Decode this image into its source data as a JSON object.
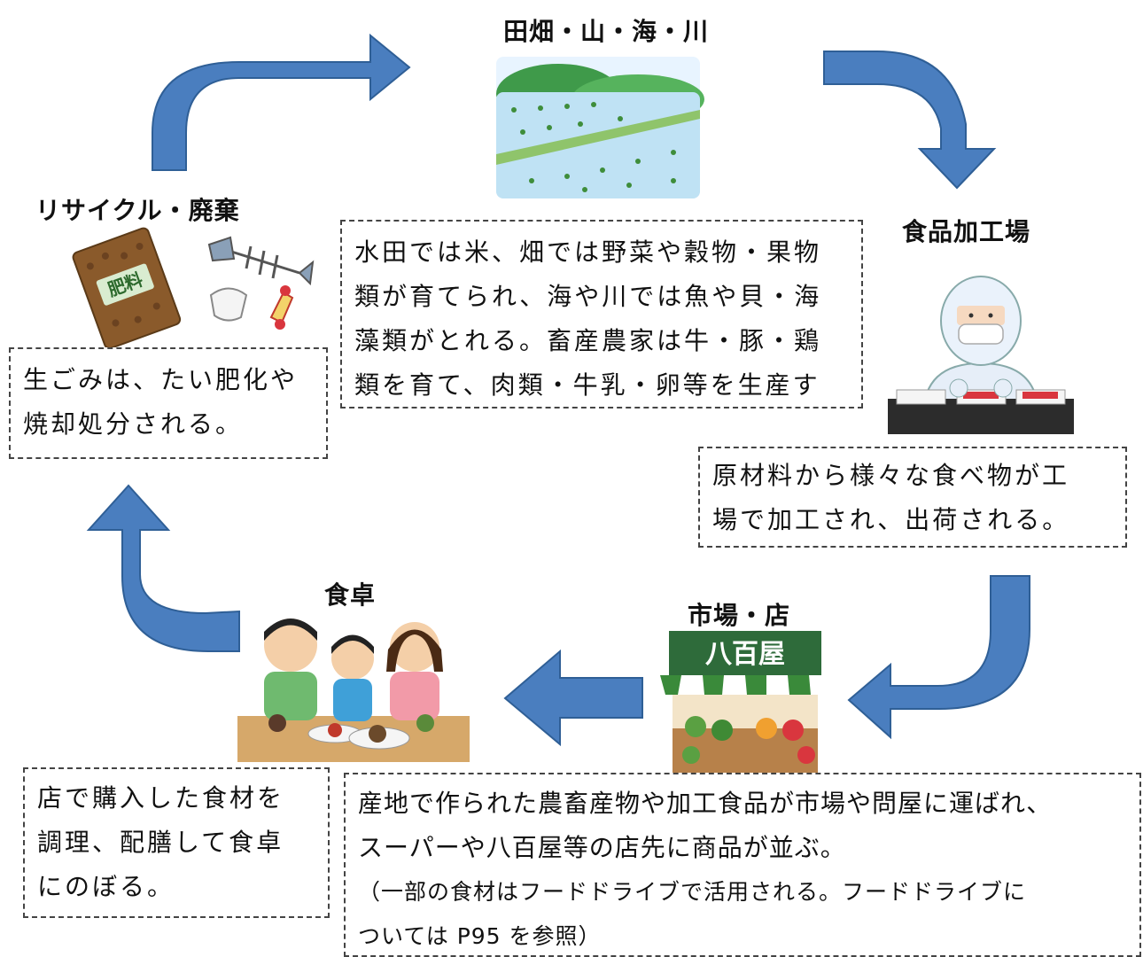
{
  "stages": {
    "fields": {
      "title": "田畑・山・海・川",
      "lines": [
        "水田では米、畑では野菜や穀物・果物",
        "類が育てられ、海や川では魚や貝・海",
        "藻類がとれる。畜産農家は牛・豚・鶏",
        "類を育て、肉類・牛乳・卵等を生産す"
      ]
    },
    "factory": {
      "title": "食品加工場",
      "lines": [
        "原材料から様々な食べ物が工",
        "場で加工され、出荷される。"
      ]
    },
    "market": {
      "title": "市場・店",
      "sign": "八百屋",
      "lines": [
        "産地で作られた農畜産物や加工食品が市場や問屋に運ばれ、",
        "スーパーや八百屋等の店先に商品が並ぶ。"
      ],
      "note_lines": [
        "（一部の食材はフードドライブで活用される。フードドライブに",
        "ついては P95 を参照）"
      ]
    },
    "table": {
      "title": "食卓",
      "lines": [
        "店で購入した食材を",
        "調理、配膳して食卓",
        "にのぼる。"
      ]
    },
    "recycle": {
      "title": "リサイクル・廃棄",
      "bag_label": "肥料",
      "lines": [
        "生ごみは、たい肥化や",
        "焼却処分される。"
      ]
    }
  },
  "colors": {
    "arrow_fill": "#4a7ebf",
    "arrow_stroke": "#2f5f96"
  }
}
